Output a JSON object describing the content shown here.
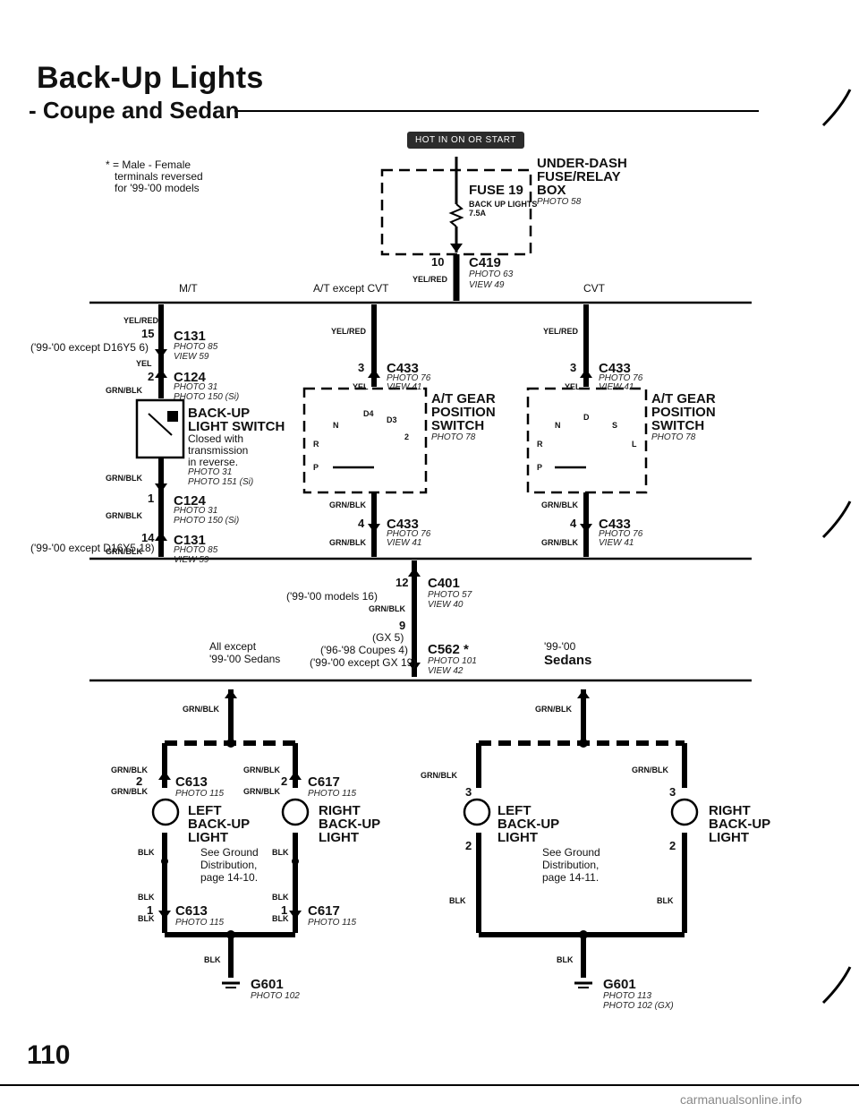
{
  "header": {
    "title": "Back-Up Lights",
    "subtitle": "- Coupe and Sedan"
  },
  "note": {
    "line1": "* = Male - Female",
    "line2": "terminals reversed",
    "line3": "for '99-'00 models"
  },
  "power_badge": "HOT IN ON OR START",
  "fuse_box": {
    "name1": "UNDER-DASH",
    "name2": "FUSE/RELAY",
    "name3": "BOX",
    "photo": "PHOTO 58",
    "fuse": "FUSE 19",
    "fuse_circuit": "BACK UP LIGHTS",
    "fuse_rating": "7.5A"
  },
  "c419": {
    "pin": "10",
    "name": "C419",
    "photo": "PHOTO 63",
    "view": "VIEW 49",
    "wire": "YEL/RED"
  },
  "sections": {
    "mt": "M/T",
    "at": "A/T except CVT",
    "cvt": "CVT"
  },
  "mt": {
    "wire_top": "YEL/RED",
    "pin1": "15",
    "conn1": "C131",
    "conn1_note": "('99-'00 except D16Y5 6)",
    "conn1_photo": "PHOTO 85",
    "conn1_view": "VIEW 59",
    "wire_yel": "YEL",
    "pin2": "2",
    "conn2": "C124",
    "conn2_photo": "PHOTO 31",
    "conn2_photo2": "PHOTO 150 (Si)",
    "wire2": "GRN/BLK",
    "switch1": "BACK-UP",
    "switch2": "LIGHT SWITCH",
    "switch3": "Closed with",
    "switch4": "transmission",
    "switch5": "in reverse.",
    "switch_photo": "PHOTO 31",
    "switch_photo2": "PHOTO 151 (Si)",
    "wire3": "GRN/BLK",
    "pin3": "1",
    "conn3": "C124",
    "conn3_photo": "PHOTO 31",
    "conn3_photo2": "PHOTO 150 (Si)",
    "wire4": "GRN/BLK",
    "pin4": "14",
    "conn4": "C131",
    "conn4_note": "('99-'00 except D16Y5 18)",
    "conn4_photo": "PHOTO 85",
    "conn4_view": "VIEW 59",
    "wire5": "GRN/BLK"
  },
  "at": {
    "wire_top": "YEL/RED",
    "pin1": "3",
    "conn1": "C433",
    "photo": "PHOTO 76",
    "view": "VIEW 41",
    "wire_yel": "YEL",
    "switch1": "A/T GEAR",
    "switch2": "POSITION",
    "switch3": "SWITCH",
    "switch_photo": "PHOTO 78",
    "pos_n": "N",
    "pos_d4": "D4",
    "pos_d3": "D3",
    "pos_2": "2",
    "pos_r": "R",
    "pos_p": "P",
    "wire_out": "GRN/BLK",
    "pin2": "4",
    "conn2": "C433",
    "wire_low": "GRN/BLK"
  },
  "cvt": {
    "wire_top": "YEL/RED",
    "pin1": "3",
    "conn1": "C433",
    "photo": "PHOTO 76",
    "view": "VIEW 41",
    "wire_yel": "YEL",
    "switch1": "A/T GEAR",
    "switch2": "POSITION",
    "switch3": "SWITCH",
    "switch_photo": "PHOTO 78",
    "pos_n": "N",
    "pos_d": "D",
    "pos_s": "S",
    "pos_l": "L",
    "pos_r": "R",
    "pos_p": "P",
    "wire_out": "GRN/BLK",
    "pin2": "4",
    "conn2": "C433",
    "wire_low": "GRN/BLK"
  },
  "junction": {
    "c401_pin": "12",
    "c401": "C401",
    "c401_note": "('99-'00 models 16)",
    "c401_photo": "PHOTO 57",
    "c401_view": "VIEW 40",
    "wire": "GRN/BLK",
    "c562_pin": "9",
    "c562_gx": "(GX 5)",
    "c562_note1": "('96-'98 Coupes 4)",
    "c562_note2": "('99-'00 except GX 19)",
    "c562": "C562 *",
    "c562_photo": "PHOTO 101",
    "c562_view": "VIEW 42",
    "left_label1": "All except",
    "left_label2": "'99-'00 Sedans",
    "right_label1": "'99-'00",
    "right_label2": "Sedans"
  },
  "left_bottom": {
    "wire_top": "GRN/BLK",
    "c613_pin": "2",
    "c613": "C613",
    "c613_photo": "PHOTO 115",
    "wire_a": "GRN/BLK",
    "wire_b": "GRN/BLK",
    "c617_pin": "2",
    "c617": "C617",
    "c617_photo": "PHOTO 115",
    "wire_c": "GRN/BLK",
    "wire_d": "GRN/BLK",
    "left_light1": "LEFT",
    "left_light2": "BACK-UP",
    "left_light3": "LIGHT",
    "right_light1": "RIGHT",
    "right_light2": "BACK-UP",
    "right_light3": "LIGHT",
    "blk": "BLK",
    "ground1": "See Ground",
    "ground2": "Distribution,",
    "ground3": "page 14-10.",
    "c613b_pin": "1",
    "c613b": "C613",
    "c613b_photo": "PHOTO 115",
    "c617b_pin": "1",
    "c617b": "C617",
    "c617b_photo": "PHOTO 115",
    "g601": "G601",
    "g601_photo": "PHOTO 102"
  },
  "right_bottom": {
    "wire_top": "GRN/BLK",
    "wire_a": "GRN/BLK",
    "wire_b": "GRN/BLK",
    "pin_l3": "3",
    "pin_r3": "3",
    "pin_l2": "2",
    "pin_r2": "2",
    "left_light1": "LEFT",
    "left_light2": "BACK-UP",
    "left_light3": "LIGHT",
    "right_light1": "RIGHT",
    "right_light2": "BACK-UP",
    "right_light3": "LIGHT",
    "blk": "BLK",
    "ground1": "See Ground",
    "ground2": "Distribution,",
    "ground3": "page 14-11.",
    "g601": "G601",
    "g601_photo": "PHOTO 113",
    "g601_photo2": "PHOTO 102 (GX)"
  },
  "page_number": "110",
  "watermark": "carmanualsonline.info"
}
